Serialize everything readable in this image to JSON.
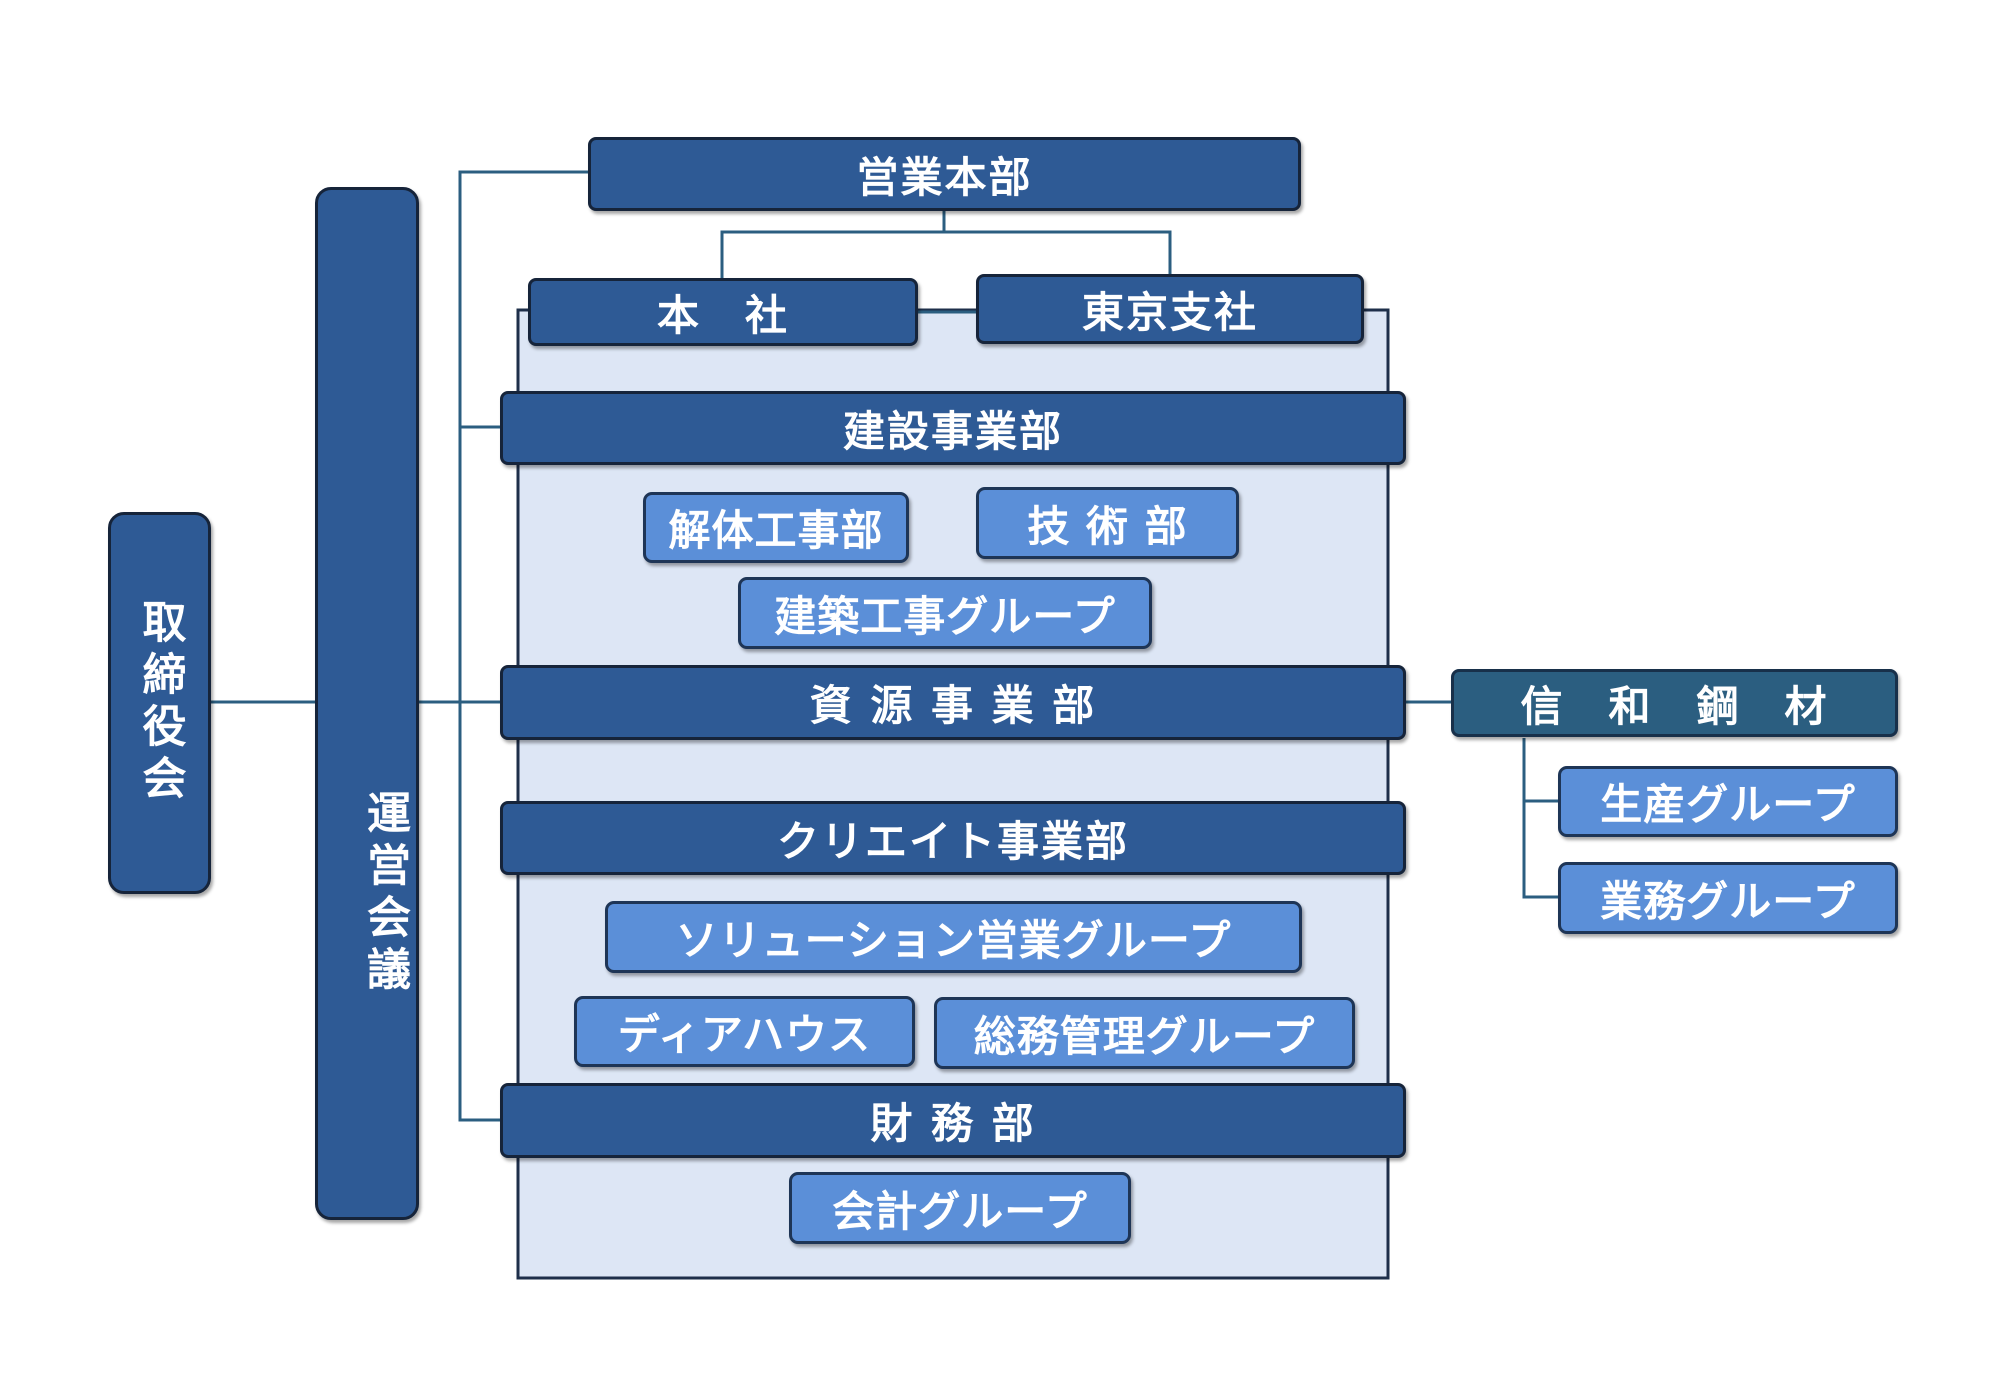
{
  "org_chart": {
    "board": "取締役会",
    "council": "運営会議",
    "sales_hq": {
      "title": "営業本部",
      "branches": [
        "本　社",
        "東京支社"
      ]
    },
    "construction": {
      "title": "建設事業部",
      "units": [
        "解体工事部",
        "技 術 部",
        "建築工事グループ"
      ]
    },
    "resources": {
      "title": "資 源 事 業 部",
      "subsidiary": {
        "title": "信　和　鋼　材",
        "units": [
          "生産グループ",
          "業務グループ"
        ]
      }
    },
    "create": {
      "title": "クリエイト事業部",
      "units": [
        "ソリューション営業グループ",
        "ディアハウス",
        "総務管理グループ"
      ]
    },
    "finance": {
      "title": "財 務 部",
      "units": [
        "会計グループ"
      ]
    }
  },
  "colors": {
    "dark_box": "#2e5a95",
    "light_box": "#5b8fd8",
    "subsidiary_box": "#2b5e80",
    "panel": "#dde6f5",
    "line": "#2b5e80"
  }
}
